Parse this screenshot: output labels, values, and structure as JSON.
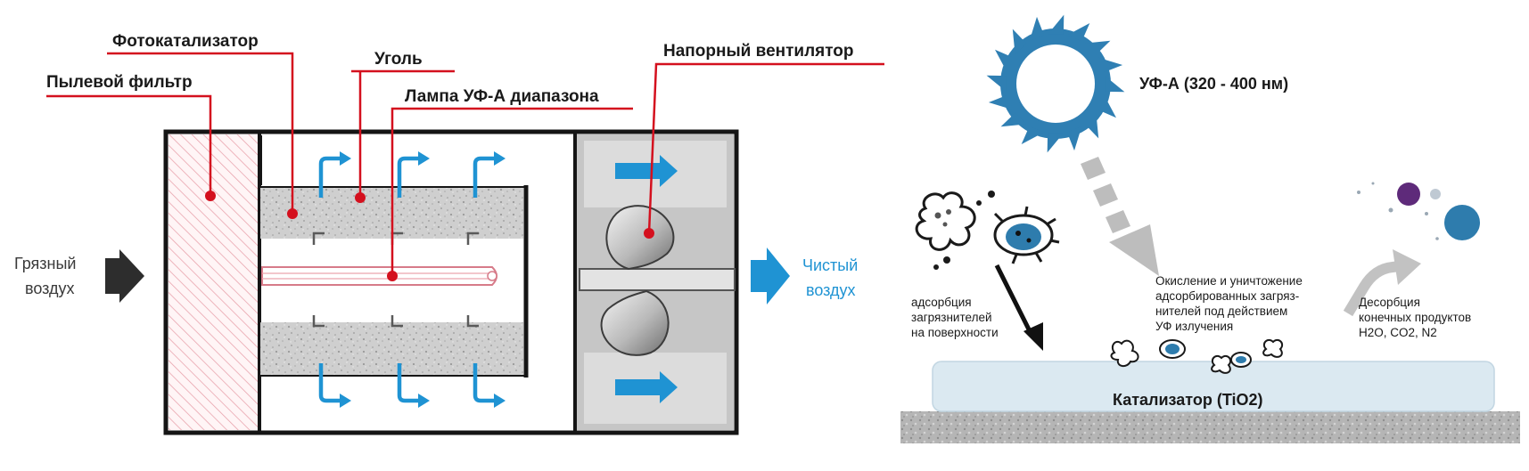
{
  "colors": {
    "leader_line": "#d4101e",
    "airflow": "#1f93d3",
    "dark_arrow": "#2a2a2a",
    "sun": "#2f7fb3",
    "catalyst": "#dbe9f1",
    "purple_particle": "#5e2a7a",
    "blue_particle": "#2e7cad"
  },
  "purifier": {
    "labels": {
      "dust_filter": "Пылевой фильтр",
      "photocatalyst": "Фотокатализатор",
      "carbon": "Уголь",
      "uv_lamp": "Лампа УФ-А диапазона",
      "fan": "Напорный вентилятор"
    },
    "inlet": {
      "line1": "Грязный",
      "line2": "воздух"
    },
    "outlet": {
      "line1": "Чистый",
      "line2": "воздух"
    }
  },
  "process": {
    "uv": "УФ-А (320 - 400 нм)",
    "adsorption": [
      "адсорбция",
      "загрязнителей",
      "на поверхности"
    ],
    "oxidation": [
      "Окисление и уничтожение",
      "адсорбированных загряз-",
      "нителей под действием",
      "УФ излучения"
    ],
    "desorption": [
      "Десорбция",
      "конечных продуктов",
      "H2O, CO2, N2"
    ],
    "catalyst": "Катализатор (TiO2)"
  }
}
